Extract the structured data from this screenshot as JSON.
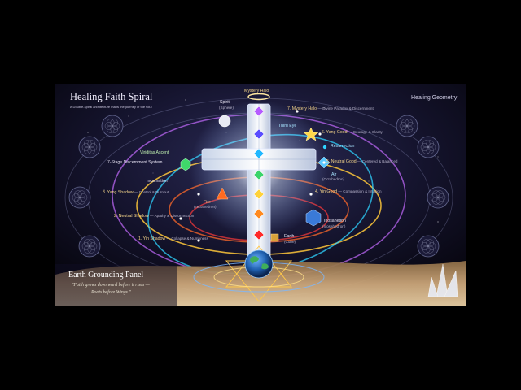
{
  "header": {
    "title": "Healing Faith Spiral",
    "subtitle": "A Double-spiral architecture maps the journey of the soul",
    "brand": "Healing Geometry"
  },
  "top_label": "Mystery Halo",
  "spirit": {
    "label": "Spirit",
    "sub": "(Sphere)"
  },
  "third_eye": "Third Eye",
  "resurrection": "Resurrection",
  "viriditas": "Viriditas Ascent",
  "discernment_system": "7-Stage Discernment System",
  "incarnation": "Incarnation",
  "fire": {
    "label": "Fire",
    "sub": "(Tetrahedron)"
  },
  "air": {
    "label": "Air",
    "sub": "(Octahedron)"
  },
  "icosa": {
    "label": "Inosahetion",
    "sub": "(Icosahedron)"
  },
  "earth": {
    "label": "Earth",
    "sub": "(Cube)"
  },
  "stages": [
    {
      "label": "7. Mystery Halo",
      "desc": " — Divine Paradox & Discernment"
    },
    {
      "label": "6. Yang Good",
      "desc": " — Courage & Clarity"
    },
    {
      "label": "5. Neutral Good",
      "desc": " — Centered & Balanced"
    },
    {
      "label": "4. Yin Good",
      "desc": " — Compassion & Intuition"
    },
    {
      "label": "3. Yang Shadow",
      "desc": " — Control & Burnout"
    },
    {
      "label": "2. Neutral Shadow",
      "desc": " — Apathy & Disconnection"
    },
    {
      "label": "1. Yin Shadow",
      "desc": " — Collapse & Numbness"
    }
  ],
  "earth_panel": {
    "title": "Earth Grounding Panel",
    "quote_line1": "\"Faith grows downward before it rises —",
    "quote_line2": "Roots before Wings.\""
  },
  "chakra_colors": [
    "#b65cff",
    "#5a4cff",
    "#22b8ff",
    "#3ad46a",
    "#ffd23a",
    "#ff8a1f",
    "#ff2a2a"
  ],
  "colors": {
    "background": "#0d0b1e",
    "accent_gold": "#f4d48a",
    "accent_cyan": "#a8e4ff"
  }
}
